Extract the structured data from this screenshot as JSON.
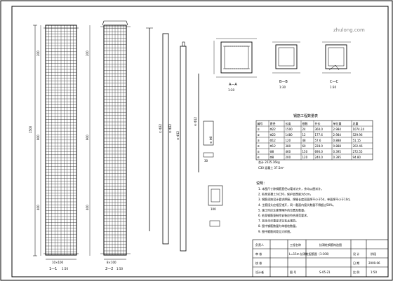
{
  "views": {
    "section_left_label": "1—1",
    "section_left_scale": "1:50",
    "section_mid_label": "2—2",
    "section_mid_scale": "1:50",
    "section_abc_label": "A—A",
    "section_abc_scale": "1:30",
    "section_b_label": "B—B",
    "section_c_label": "C—C",
    "section_bc_scale": "1:30"
  },
  "dims": {
    "overall_height": "1500",
    "left_top": "200",
    "left_mid": "900",
    "left_bot": "400",
    "mid_top": "200",
    "mid_mid": "900",
    "mid_bot": "400",
    "bottom_width_left": "10×100",
    "bottom_width_mid": "8×100",
    "small_box_dim": "30",
    "rebar_box_dim": "100"
  },
  "rebar_labels": {
    "bar1": "① Φ22",
    "bar2": "② Φ22",
    "bar3": "③ Φ12",
    "bar4": "④ Φ12",
    "bar5": "⑤ Φ8"
  },
  "table": {
    "title": "钢筋工程数量表",
    "headers": [
      "编号",
      "直径",
      "长度",
      "根数",
      "共长",
      "单位重",
      "总重"
    ],
    "rows": [
      [
        "①",
        "Φ22",
        "1500",
        "24",
        "360.0",
        "2.984",
        "1074.24"
      ],
      [
        "②",
        "Φ22",
        "1480",
        "12",
        "177.6",
        "2.984",
        "529.96"
      ],
      [
        "③",
        "Φ12",
        "120",
        "48",
        "57.6",
        "0.888",
        "51.15"
      ],
      [
        "④",
        "Φ12",
        "380",
        "60",
        "228.0",
        "0.888",
        "202.46"
      ],
      [
        "⑤",
        "Φ8",
        "460",
        "150",
        "690.0",
        "0.395",
        "272.55"
      ],
      [
        "⑥",
        "Φ8",
        "200",
        "120",
        "240.0",
        "0.395",
        "94.80"
      ]
    ],
    "footer1": "合计 2225.16kg",
    "footer2": "C30 混凝土 37.5m³"
  },
  "notes": {
    "title": "说明：",
    "lines": [
      "1. 本图尺寸除钢筋直径以毫米计外，余均以厘米计。",
      "2. 桩身混凝土为C30，保护层厚度为5cm。",
      "3. 钢筋须按设计要求焊接，焊缝长度双面焊不小于5d，单面焊不小于10d。",
      "4. 主筋接头应相互错开，同一截面内接头数量不得超过50%。",
      "5. 施工时应注意预埋件的位置及数量。",
      "6. 桩身钢筋笼制作安装应符合规范要求。",
      "7. 其余未尽事宜详见有关规范。",
      "8. 图中钢筋数量为单根桩数量。",
      "9. 图中箍筋间距见大样图。"
    ]
  },
  "title_block": {
    "r1c1": "负责人",
    "r1c3": "工程名称",
    "r1c4": "抗滑桩钢筋构造图",
    "r2c1": "审 核",
    "r2c3": "L=15m 抗滑桩配筋图（1:100）",
    "r2c5": "设 计",
    "r2c6": "阶段",
    "r3c1": "校 核",
    "r3c5": "日 期",
    "r3c6": "2009.06",
    "r4c1": "设计者",
    "r4c3": "图 号",
    "r4c4": "S-05-21",
    "r4c5": "比 例",
    "r4c6": "1:50"
  },
  "watermark": "zhulong.com"
}
